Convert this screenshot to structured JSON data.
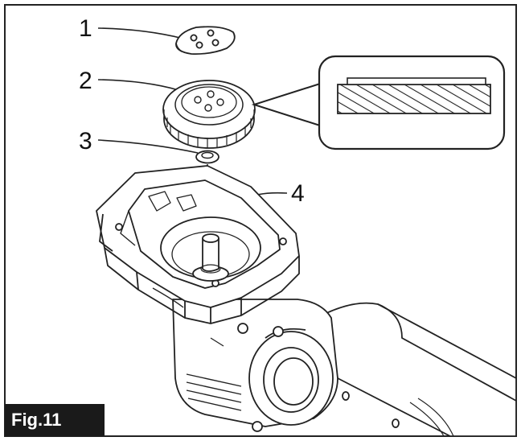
{
  "figure": {
    "label": "Fig.11",
    "callouts": [
      {
        "id": "1",
        "text": "1"
      },
      {
        "id": "2",
        "text": "2"
      },
      {
        "id": "3",
        "text": "3"
      },
      {
        "id": "4",
        "text": "4"
      }
    ]
  }
}
